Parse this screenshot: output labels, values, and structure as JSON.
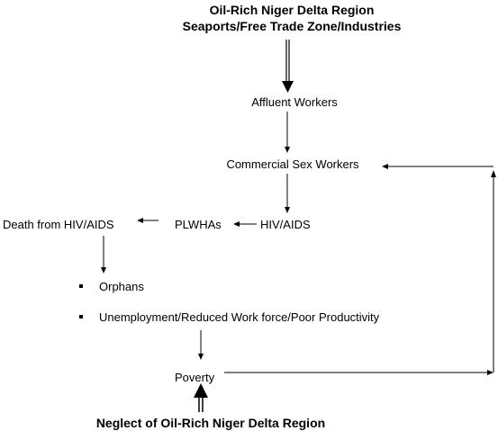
{
  "header": {
    "line1": "Oil-Rich Niger Delta Region",
    "line2": "Seaports/Free Trade Zone/Industries"
  },
  "nodes": {
    "affluent_workers": "Affluent Workers",
    "commercial_sex_workers": "Commercial Sex Workers",
    "hiv_aids": "HIV/AIDS",
    "plwhas": "PLWHAs",
    "death": "Death from HIV/AIDS",
    "poverty": "Poverty"
  },
  "bullets": [
    "Orphans",
    "Unemployment/Reduced Work force/Poor Productivity"
  ],
  "footer": "Neglect of Oil-Rich Niger Delta Region",
  "colors": {
    "ink": "#000000",
    "background": "#ffffff"
  }
}
